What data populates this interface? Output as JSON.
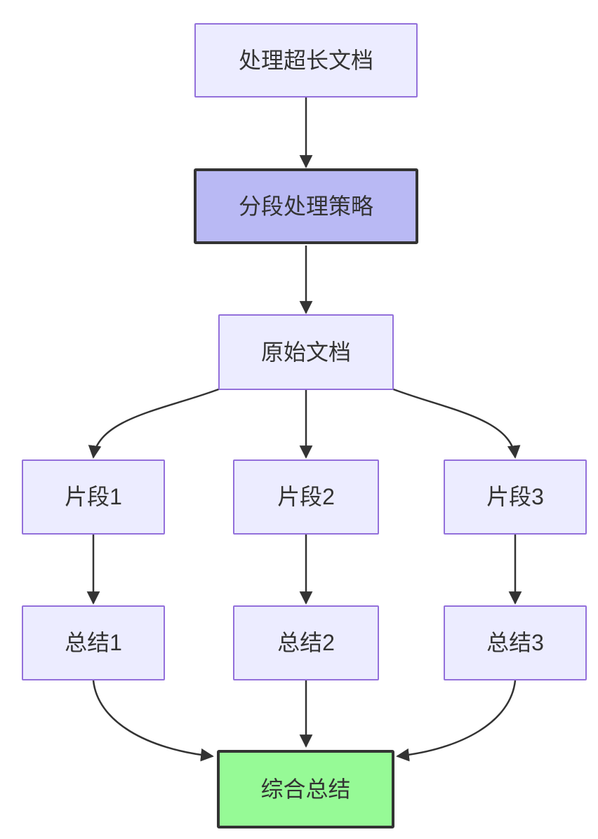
{
  "colors": {
    "background": "#ffffff",
    "node_fill": "#ececff",
    "node_border": "#9370db",
    "strategy_fill": "#b9b9f4",
    "strategy_border": "#333333",
    "final_fill": "#96fa96",
    "final_border": "#333333",
    "edge_color": "#333333",
    "text_color": "#333333"
  },
  "diagram": {
    "type": "flowchart",
    "direction": "top-down",
    "nodes": {
      "start": {
        "label": "处理超长文档",
        "style": "default"
      },
      "strategy": {
        "label": "分段处理策略",
        "style": "accent"
      },
      "doc": {
        "label": "原始文档",
        "style": "default"
      },
      "seg1": {
        "label": "片段1",
        "style": "default"
      },
      "seg2": {
        "label": "片段2",
        "style": "default"
      },
      "seg3": {
        "label": "片段3",
        "style": "default"
      },
      "sum1": {
        "label": "总结1",
        "style": "default"
      },
      "sum2": {
        "label": "总结2",
        "style": "default"
      },
      "sum3": {
        "label": "总结3",
        "style": "default"
      },
      "final": {
        "label": "综合总结",
        "style": "final"
      }
    },
    "edges": [
      {
        "from": "start",
        "to": "strategy"
      },
      {
        "from": "strategy",
        "to": "doc"
      },
      {
        "from": "doc",
        "to": "seg1"
      },
      {
        "from": "doc",
        "to": "seg2"
      },
      {
        "from": "doc",
        "to": "seg3"
      },
      {
        "from": "seg1",
        "to": "sum1"
      },
      {
        "from": "seg2",
        "to": "sum2"
      },
      {
        "from": "seg3",
        "to": "sum3"
      },
      {
        "from": "sum1",
        "to": "final"
      },
      {
        "from": "sum2",
        "to": "final"
      },
      {
        "from": "sum3",
        "to": "final"
      }
    ]
  }
}
